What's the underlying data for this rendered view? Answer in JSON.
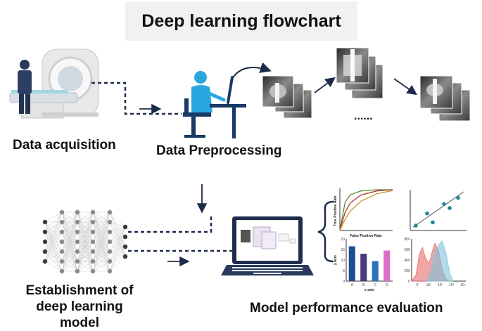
{
  "title": "Deep learning flowchart",
  "steps": {
    "acquisition": "Data acquisition",
    "preprocessing": "Data Preprocessing",
    "establishment_line1": "Establishment of",
    "establishment_line2": "deep learning model",
    "evaluation": "Model performance evaluation"
  },
  "ellipsis": "......",
  "roc_chart": {
    "ylabel": "True Positive Rate",
    "xlabel": "False Positive Rate"
  },
  "bar_chart": {
    "ylabel": "y axis",
    "xlabel": "x axis",
    "yticks": [
      "0",
      "5",
      "10",
      "15",
      "20"
    ],
    "categories": [
      "A",
      "B",
      "C",
      "D"
    ]
  },
  "histogram": {
    "yticks": [
      "0",
      "200",
      "400",
      "600",
      "800"
    ],
    "xticks": [
      "0",
      "10¹",
      "10²",
      "10³",
      "10⁴"
    ]
  },
  "chart_data": [
    {
      "type": "line",
      "xlabel": "False Positive Rate",
      "ylabel": "True Positive Rate",
      "series": [
        {
          "color": "#5a8a3a",
          "x": [
            0,
            0.1,
            0.2,
            0.4,
            0.7,
            1.0
          ],
          "y": [
            0,
            0.7,
            0.88,
            0.97,
            1.0,
            1.0
          ]
        },
        {
          "color": "#b33a2c",
          "x": [
            0,
            0.1,
            0.2,
            0.4,
            0.7,
            1.0
          ],
          "y": [
            0,
            0.45,
            0.68,
            0.87,
            0.97,
            1.0
          ]
        },
        {
          "color": "#c99a2e",
          "x": [
            0,
            0.1,
            0.2,
            0.4,
            0.7,
            1.0
          ],
          "y": [
            0,
            0.28,
            0.48,
            0.72,
            0.9,
            0.98
          ]
        }
      ]
    },
    {
      "type": "bar",
      "categories": [
        "A",
        "B",
        "C",
        "D"
      ],
      "values": [
        16.5,
        13,
        9.5,
        14.5
      ],
      "colors": [
        "#1f4e8c",
        "#4b3a7e",
        "#2f6fbd",
        "#d86fc5"
      ],
      "xlabel": "x axis",
      "ylabel": "y axis",
      "ylim": [
        0,
        20
      ]
    },
    {
      "type": "scatter",
      "x": [
        0.1,
        0.3,
        0.4,
        0.6,
        0.7,
        0.85
      ],
      "y": [
        0.12,
        0.42,
        0.2,
        0.65,
        0.55,
        0.8
      ],
      "trend": [
        [
          0.05,
          0.08
        ],
        [
          0.95,
          0.95
        ]
      ],
      "point_color": "#1f8a96"
    },
    {
      "type": "area",
      "xticks": [
        "0",
        "10¹",
        "10²",
        "10³",
        "10⁴"
      ],
      "ylim": [
        0,
        800
      ],
      "series": [
        {
          "color": "#e86b6b",
          "x": [
            0,
            0.08,
            0.14,
            0.2,
            0.25,
            0.32,
            0.38,
            0.43,
            0.5,
            0.56,
            0.62,
            0.68
          ],
          "y": [
            0,
            120,
            500,
            640,
            450,
            330,
            560,
            720,
            560,
            250,
            60,
            0
          ]
        },
        {
          "color": "#7fc3dc",
          "x": [
            0.28,
            0.36,
            0.43,
            0.5,
            0.56,
            0.6,
            0.64,
            0.7,
            0.76
          ],
          "y": [
            0,
            200,
            560,
            690,
            760,
            640,
            500,
            160,
            0
          ]
        }
      ]
    }
  ]
}
